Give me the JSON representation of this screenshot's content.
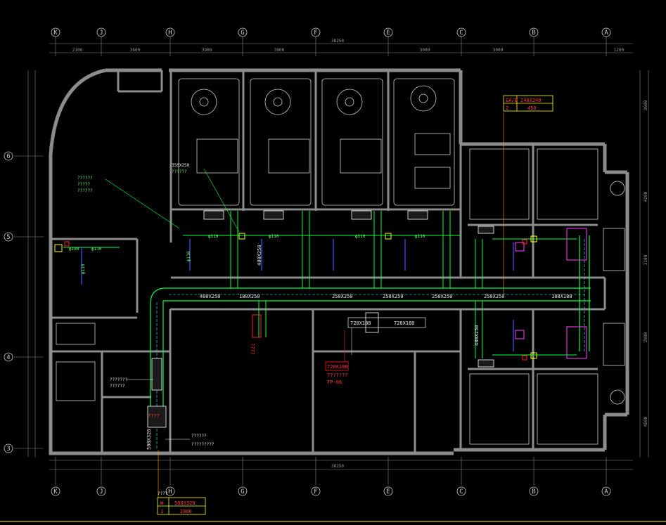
{
  "drawing": {
    "axes_top": [
      "K",
      "J",
      "H",
      "G",
      "F",
      "E",
      "C",
      "B",
      "A"
    ],
    "axes_bottom": [
      "K",
      "J",
      "H",
      "G",
      "F",
      "E",
      "C",
      "B",
      "A"
    ],
    "axes_left": [
      "6",
      "5",
      "4",
      "3"
    ],
    "overall_dim_top": "38250",
    "overall_dim_bottom": "38250",
    "dims_top": [
      "2100",
      "3600",
      "3900",
      "3900",
      "3900",
      "3900",
      "1200"
    ],
    "dims_right": [
      "3600",
      "4200",
      "3100",
      "2800",
      "4500"
    ]
  },
  "ducts": {
    "main_1": "250X250",
    "main_2": "250X250",
    "main_3": "250X250",
    "main_4": "250X250",
    "main_left": "400X250",
    "branch_right": "180X180",
    "short_1": "180X250",
    "tag_1": "ф110",
    "tag_2": "ф110",
    "tag_3": "ф110",
    "tag_4": "ф110",
    "tag_5": "ф110",
    "tag_6": "ф110",
    "tag_7": "ф180",
    "tag_8": "ф110",
    "vertical_1": "400X250",
    "vertical_2": "500X320",
    "vertical_3": "400X250",
    "unit_label": "720X180",
    "unit_small": "720X180"
  },
  "notes": {
    "green_top_1": "350X250",
    "green_top_2": "??????",
    "green_left_1": "??????",
    "green_left_2": "?????",
    "green_left_3": "??????",
    "red_1": "????",
    "red_2": "???????",
    "red_3": "FP-06",
    "red_box": "720X200",
    "white_note_1": "???????",
    "white_note_2": "??????",
    "bottom_note_1": "??????",
    "bottom_note_2": "?????????",
    "bottom_unit": "????"
  },
  "table_top": {
    "r1c1": "EA/B",
    "r1c2": "240X240",
    "r2c1": "2",
    "r2c2": "450"
  },
  "table_bottom": {
    "header": "????",
    "r1c1": "W",
    "r1c2": "500X320",
    "r2c1": "1",
    "r2c2": "2000"
  },
  "colors": {
    "wall": "#8c8c8c",
    "fixture": "#cfcfcf",
    "duct_green": "#00ff3c",
    "duct_cyan": "#3cffff",
    "duct_blue": "#3c5aff",
    "red": "#ff2020",
    "yellow": "#ffff00",
    "magenta": "#ff40ff",
    "orange": "#ffb000",
    "dim": "#8a8a8a"
  }
}
